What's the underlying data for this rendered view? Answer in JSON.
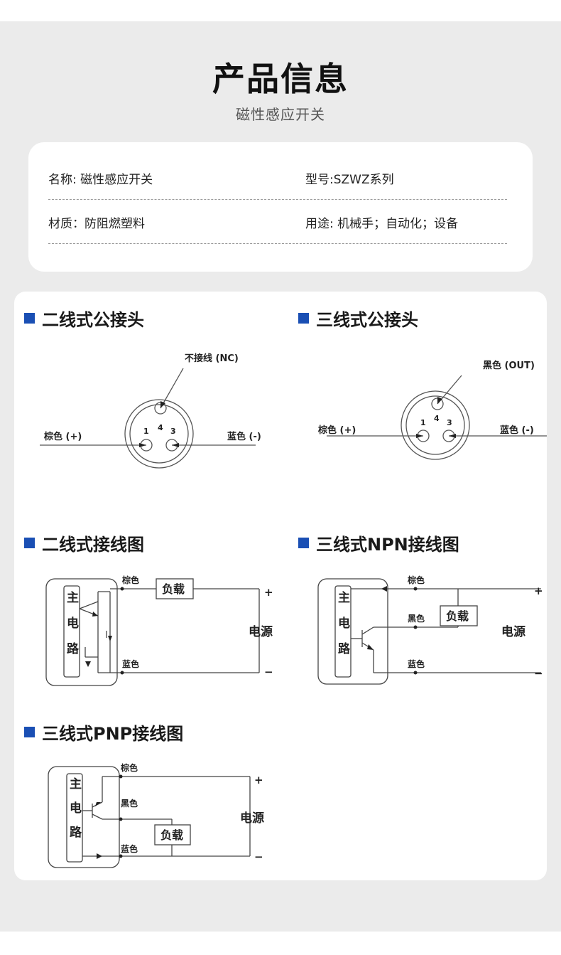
{
  "header": {
    "title": "产品信息",
    "subtitle": "磁性感应开关"
  },
  "info": {
    "name": "名称: 磁性感应开关",
    "model": "型号:SZWZ系列",
    "material": "材质：防阻燃塑料",
    "usage": "用途: 机械手；自动化；设备"
  },
  "sections": {
    "two_wire_connector": {
      "title": "二线式公接头",
      "label_top": "不接线 (NC)",
      "label_left": "棕色 (+)",
      "label_right": "蓝色 (-)",
      "pin_4": "4",
      "pin_1": "1",
      "pin_3": "3"
    },
    "three_wire_connector": {
      "title": "三线式公接头",
      "label_top": "黑色 (OUT)",
      "label_left": "棕色 (+)",
      "label_right": "蓝色 (-)",
      "pin_4": "4",
      "pin_1": "1",
      "pin_3": "3"
    },
    "two_wire_diagram": {
      "title": "二线式接线图",
      "circuit": [
        "主",
        "电",
        "路"
      ],
      "brown": "棕色",
      "blue": "蓝色",
      "load": "负载",
      "power": "电源",
      "plus": "+",
      "minus": "−"
    },
    "npn_diagram": {
      "title": "三线式NPN接线图",
      "circuit": [
        "主",
        "电",
        "路"
      ],
      "brown": "棕色",
      "black": "黑色",
      "blue": "蓝色",
      "load": "负载",
      "power": "电源",
      "plus": "+",
      "minus": "−"
    },
    "pnp_diagram": {
      "title": "三线式PNP接线图",
      "circuit": [
        "主",
        "电",
        "路"
      ],
      "brown": "棕色",
      "black": "黑色",
      "blue": "蓝色",
      "load": "负载",
      "power": "电源",
      "plus": "+",
      "minus": "−"
    }
  },
  "colors": {
    "accent": "#1a4fb4",
    "background": "#ebebeb",
    "card": "#ffffff"
  }
}
